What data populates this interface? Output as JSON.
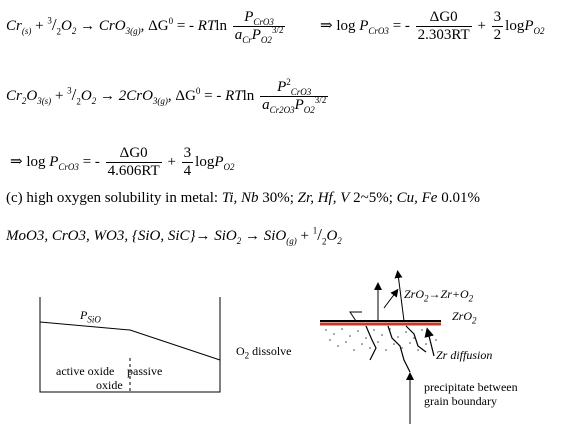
{
  "eq1": {
    "lhs": "Cr",
    "lhs_sub": "(s)",
    "plus": "+",
    "o2_coef_num": "3",
    "o2_coef_den": "2",
    "o2": "O",
    "o2_sub": "2",
    "arrow": "→",
    "product": "CrO",
    "product_sub": "3(g)",
    "comma": ",",
    "dg": "ΔG",
    "dg_sup": "0",
    "eqsign": "= -",
    "rt": "RT",
    "ln": "ln",
    "frac_num": "P",
    "frac_num_sub": "CrO3",
    "frac_den": "a",
    "frac_den_sub1": "Cr",
    "frac_den_p": "P",
    "frac_den_sub2": "O2",
    "frac_den_exp": "3/2",
    "implies": "⇒",
    "log": "log",
    "logp_sub": "CrO3",
    "eq2sign": "= -",
    "r_frac_num": "ΔG0",
    "r_frac_den": "2.303RT",
    "plus2": "+",
    "c_num": "3",
    "c_den": "2",
    "logpo2": "log",
    "po2": "P",
    "po2_sub": "O2"
  },
  "eq2": {
    "lhs": "Cr",
    "lhs_sub1": "2",
    "lhs_o": "O",
    "lhs_sub2": "3(s)",
    "plus": "+",
    "o2_coef_num": "3",
    "o2_coef_den": "2",
    "o2": "O",
    "o2_sub": "2",
    "arrow": "→",
    "product": "2CrO",
    "product_sub": "3(g)",
    "comma": ",",
    "dg": "ΔG",
    "dg_sup": "0",
    "eqsign": "= -",
    "rt": "RT",
    "ln": "ln",
    "frac_num": "P",
    "frac_num_sup": "2",
    "frac_num_sub": "CrO3",
    "frac_den": "a",
    "frac_den_sub1": "Cr2O3",
    "frac_den_p": "P",
    "frac_den_sub2": "O2",
    "frac_den_exp": "3/2"
  },
  "eq3": {
    "implies": "⇒",
    "log": "log",
    "p": "P",
    "p_sub": "CrO3",
    "eqsign": "= -",
    "frac_num": "ΔG0",
    "frac_den": "4.606RT",
    "plus": "+",
    "c_num": "3",
    "c_den": "4",
    "logpo2": "log",
    "po2": "P",
    "po2_sub": "O2"
  },
  "line_c": {
    "prefix": "(c) high oxygen solubility in metal: ",
    "part1": "Ti, Nb",
    "part1_val": " 30%; ",
    "part2": "Zr, Hf, V",
    "part2_val": " 2~5%; ",
    "part3": "Cu, Fe",
    "part3_val": " 0.01%"
  },
  "line_d": {
    "species": "MoO3, CrO3, WO3, {SiO, SiC}",
    "arrow": "→",
    "sio2": "SiO",
    "sio2_sub": "2",
    "arrow2": "→",
    "sio": "SiO",
    "sio_sub": "(g)",
    "plus": "+",
    "coef_num": "1",
    "coef_den": "2",
    "o2": "O",
    "o2_sub": "2"
  },
  "left_diagram": {
    "psio": "P",
    "psio_sub": "SiO",
    "active": "active oxide",
    "passive": "passive",
    "oxide": "oxide"
  },
  "right_diagram": {
    "o2_dissolve": "O",
    "o2_dissolve_sub": "2",
    "o2_dissolve_text": " dissolve",
    "zro2_rxn": "ZrO",
    "zro2_rxn_sub": "2",
    "zro2_rxn_rest": "→Zr+O",
    "zro2_rxn_sub2": "2",
    "zro2_layer": "ZrO",
    "zro2_layer_sub": "2",
    "zr_diffusion": "Zr diffusion",
    "precip1": "precipitate between",
    "precip2": "grain boundary"
  }
}
